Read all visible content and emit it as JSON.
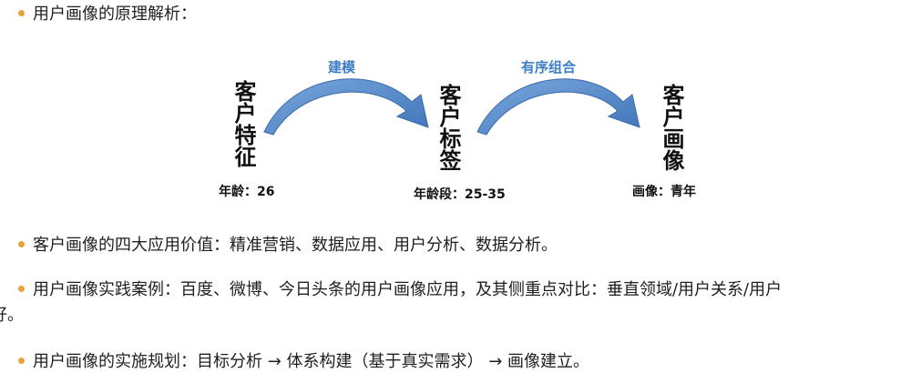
{
  "bullets": [
    {
      "text": "用户画像的原理解析："
    },
    {
      "text": "客户画像的四大应用价值：精准营销、数据应用、用户分析、数据分析。"
    },
    {
      "text": "用户画像实践案例：百度、微博、今日头条的用户画像应用，及其侧重点对比：垂直领域/用户关系/用户"
    },
    {
      "text": "用户画像的实施规划：目标分析 → 体系构建（基于真实需求） → 画像建立。"
    }
  ],
  "wrap_tail": "好。",
  "diagram": {
    "nodes": [
      {
        "label": "客户特征",
        "caption": "年龄：26"
      },
      {
        "label": "客户标签",
        "caption": "年龄段：25-35"
      },
      {
        "label": "客户画像",
        "caption": "画像：青年"
      }
    ],
    "arrows": [
      {
        "label": "建模"
      },
      {
        "label": "有序组合"
      }
    ],
    "colors": {
      "arrow_fill": "#5b8fd0",
      "arrow_label": "#3d7ec6",
      "bullet": "#e8a23a"
    }
  }
}
